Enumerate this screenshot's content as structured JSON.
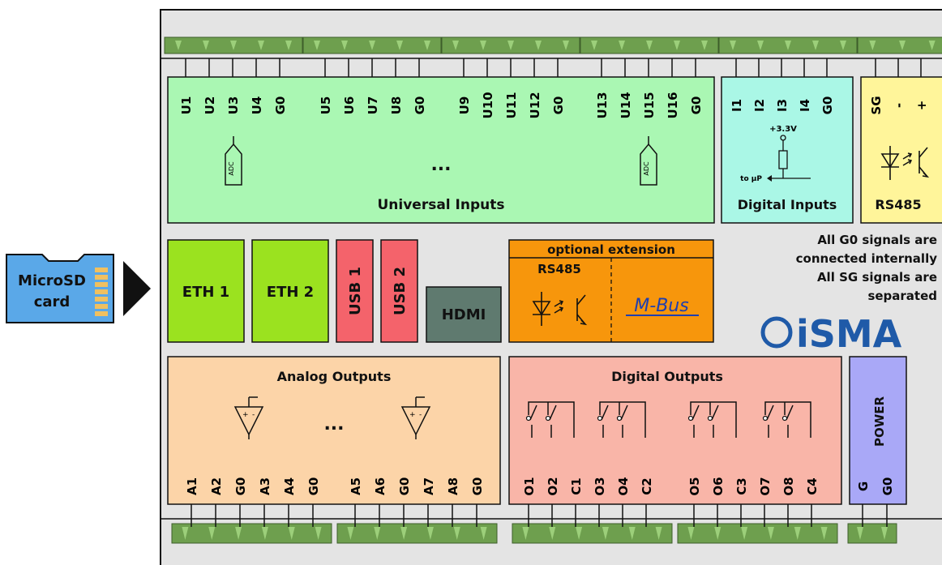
{
  "colors": {
    "universal": "#aaf7b3",
    "digital_in": "#aaf7e6",
    "rs485": "#fff59a",
    "eth": "#9be21f",
    "usb": "#f4636b",
    "hdmi": "#5f7a6f",
    "extension": "#f7960c",
    "analog_out": "#fcd4a8",
    "digital_out": "#f9b5a8",
    "power": "#a9a8f7",
    "housing": "#e4e4e4",
    "terminal": "#6e9f4e",
    "sd_card": "#5aa8e8",
    "logo": "#1f5aa8"
  },
  "sd_card": {
    "line1": "MicroSD",
    "line2": "card"
  },
  "universal_inputs": {
    "title": "Universal Inputs",
    "ellipsis": "...",
    "adc_label": "ADC",
    "pins": [
      "U1",
      "U2",
      "U3",
      "U4",
      "G0",
      "U5",
      "U6",
      "U7",
      "U8",
      "G0",
      "U9",
      "U10",
      "U11",
      "U12",
      "G0",
      "U13",
      "U14",
      "U15",
      "U16",
      "G0"
    ]
  },
  "digital_inputs": {
    "title": "Digital Inputs",
    "pins": [
      "I1",
      "I2",
      "I3",
      "I4",
      "G0"
    ],
    "voltage": "+3.3V",
    "to_mcu": "to µP"
  },
  "rs485_port": {
    "title": "RS485",
    "pins": [
      "SG",
      "-",
      "+"
    ]
  },
  "eth1": "ETH 1",
  "eth2": "ETH 2",
  "usb1": "USB 1",
  "usb2": "USB 2",
  "hdmi": "HDMI",
  "extension": {
    "title": "optional extension",
    "rs485": "RS485",
    "mbus": "M-Bus"
  },
  "notes": [
    "All G0 signals are",
    "connected internally",
    "All SG signals are",
    "separated"
  ],
  "logo_text": "iSMA",
  "analog_outputs": {
    "title": "Analog Outputs",
    "ellipsis": "...",
    "pins": [
      "A1",
      "A2",
      "G0",
      "A3",
      "A4",
      "G0",
      "A5",
      "A6",
      "G0",
      "A7",
      "A8",
      "G0"
    ]
  },
  "digital_outputs": {
    "title": "Digital Outputs",
    "pins": [
      "O1",
      "O2",
      "C1",
      "O3",
      "O4",
      "C2",
      "O5",
      "O6",
      "C3",
      "O7",
      "O8",
      "C4"
    ]
  },
  "power": {
    "title": "POWER",
    "pins": [
      "G",
      "G0"
    ]
  }
}
